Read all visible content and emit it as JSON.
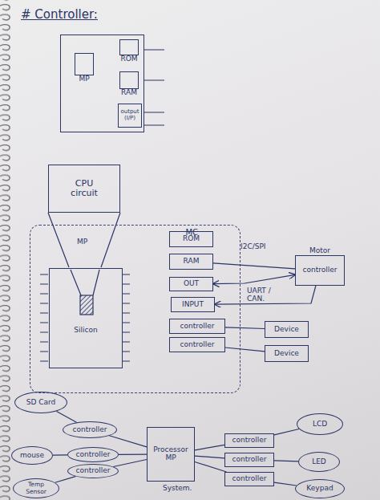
{
  "diagram": {
    "title": "# Controller:",
    "nodes": [
      {
        "text": []
      },
      {
        "text": [
          "MP"
        ],
        "in": 0
      },
      {
        "text": [
          "ROM"
        ],
        "in": 0
      },
      {
        "text": [
          "RAM"
        ],
        "in": 0
      },
      {
        "text": [
          "output (I/P)"
        ],
        "in": 0
      },
      {
        "text": [
          "CPU circuit"
        ]
      },
      {
        "text": [
          "MC"
        ]
      },
      {
        "text": [
          "Silicon"
        ],
        "in": 6
      },
      {
        "text": [
          "ROM"
        ],
        "in": 6
      },
      {
        "text": [
          "RAM"
        ],
        "in": 6
      },
      {
        "text": [
          "OUT"
        ],
        "in": 6
      },
      {
        "text": [
          "INPUT"
        ],
        "in": 6
      },
      {
        "text": [
          "controller"
        ],
        "in": 6
      },
      {
        "text": [
          "controller"
        ],
        "in": 6
      },
      {
        "text": [
          "Motor",
          "controller"
        ]
      },
      {
        "text": [
          "Device"
        ]
      },
      {
        "text": [
          "Device"
        ]
      },
      {
        "text": [
          "SD Card"
        ]
      },
      {
        "text": [
          "controller"
        ]
      },
      {
        "text": [
          "mouse"
        ]
      },
      {
        "text": [
          "controller"
        ]
      },
      {
        "text": [
          "controller"
        ]
      },
      {
        "text": [
          "Temp Sensor"
        ]
      },
      {
        "text": [
          "Processor MP"
        ]
      },
      {
        "text": [
          "controller"
        ]
      },
      {
        "text": [
          "controller"
        ]
      },
      {
        "text": [
          "controller"
        ]
      },
      {
        "text": [
          "LCD"
        ]
      },
      {
        "text": [
          "LED"
        ]
      },
      {
        "text": [
          "Keypad"
        ]
      }
    ],
    "edges": [
      {
        "from": 9,
        "to": 14,
        "arrow": "none",
        "label": "I2C/SPI"
      },
      {
        "from": 10,
        "to": 14,
        "arrow": "both",
        "label": "UART / CAN."
      },
      {
        "from": 14,
        "to": 11,
        "arrow": "to"
      },
      {
        "from": 12,
        "to": 15,
        "arrow": "none"
      },
      {
        "from": 13,
        "to": 16,
        "arrow": "none"
      },
      {
        "from": 17,
        "to": 18,
        "arrow": "none"
      },
      {
        "from": 18,
        "to": 23,
        "arrow": "none"
      },
      {
        "from": 19,
        "to": 20,
        "arrow": "none"
      },
      {
        "from": 20,
        "to": 23,
        "arrow": "none"
      },
      {
        "from": 22,
        "to": 21,
        "arrow": "none"
      },
      {
        "from": 21,
        "to": 23,
        "arrow": "none"
      },
      {
        "from": 23,
        "to": 24,
        "arrow": "none"
      },
      {
        "from": 24,
        "to": 27,
        "arrow": "none"
      },
      {
        "from": 23,
        "to": 25,
        "arrow": "none"
      },
      {
        "from": 25,
        "to": 28,
        "arrow": "none"
      },
      {
        "from": 23,
        "to": 26,
        "arrow": "none"
      },
      {
        "from": 26,
        "to": 29,
        "arrow": "none"
      }
    ],
    "labels": [
      "MP",
      "System."
    ]
  }
}
